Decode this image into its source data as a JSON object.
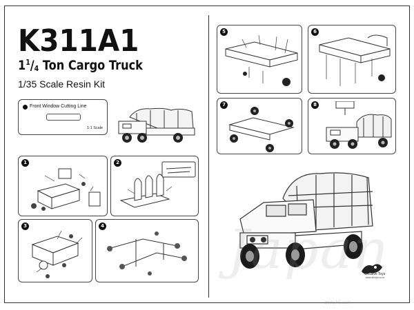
{
  "header": {
    "model": "K311A1",
    "subtitle_whole": "1",
    "subtitle_num": "1",
    "subtitle_den": "4",
    "subtitle_rest": " Ton Cargo Truck",
    "scale": "1/35 Scale Resin Kit"
  },
  "cutting_template": {
    "label": "Front Window Cutting Line",
    "scale_note": "1:1 Scale"
  },
  "steps": [
    "1",
    "2",
    "3",
    "4",
    "5",
    "6",
    "7",
    "8"
  ],
  "branding": {
    "company": "Creative Toys",
    "site": "www.dfcnps.co.kr"
  },
  "watermark": {
    "main": "Japan",
    "url": "www.hlj.com"
  }
}
